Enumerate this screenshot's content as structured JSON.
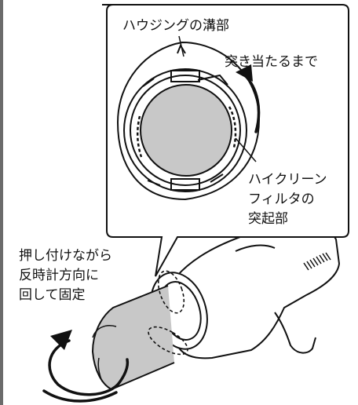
{
  "callout_labels": {
    "housing_groove": "ハウジングの溝部",
    "until_stop": "突き当たるまで",
    "filter_protrusion": [
      "ハイクリーン",
      "フィルタの",
      "突起部"
    ]
  },
  "instruction": [
    "押し付けながら",
    "反時計方向に",
    "回して固定"
  ],
  "colors": {
    "line": "#111111",
    "filter_gray": "#c8c8c8",
    "body_gray": "#d4d4d4",
    "margin_bar": "#6b6b6b",
    "page": "#ffffff"
  },
  "icons": {
    "rotation_arrow": "clockwise-arrow",
    "turn_arrow": "counterclockwise-arrow"
  }
}
